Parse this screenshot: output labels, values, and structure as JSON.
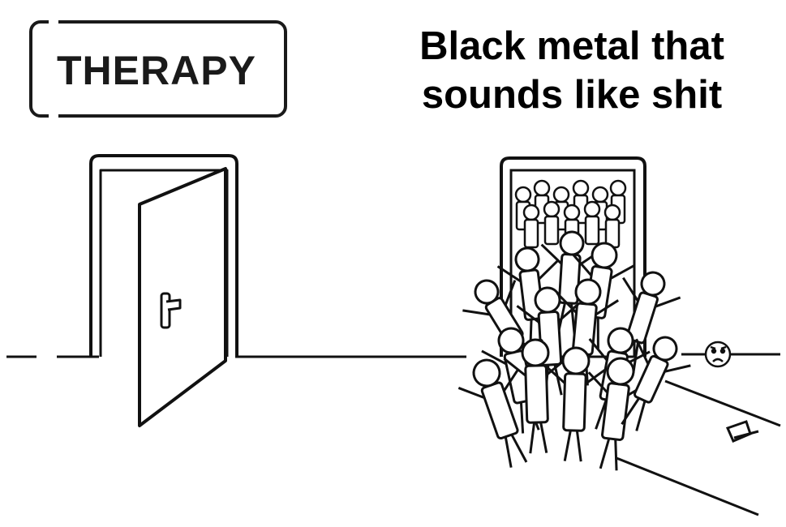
{
  "sign": {
    "label": "THERAPY"
  },
  "caption": {
    "line1": "Black metal that",
    "line2": "sounds like shit"
  },
  "illustration": {
    "left_door": "open-door",
    "right_door": "crowded-door",
    "crowd_emotion": "sad-face-icon"
  }
}
